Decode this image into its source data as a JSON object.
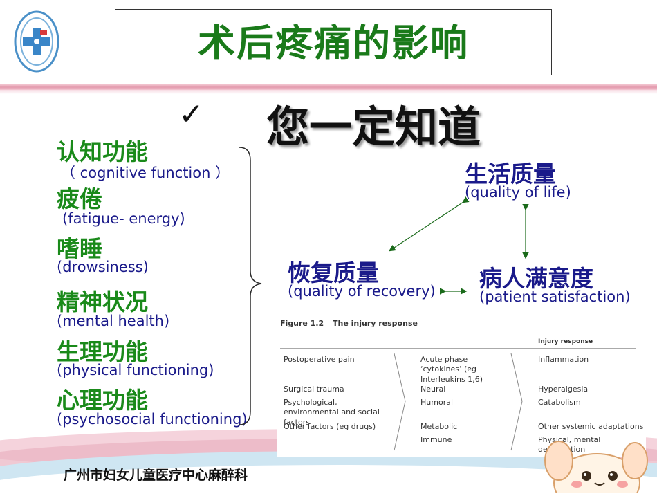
{
  "title": "术后疼痛的影响",
  "check_symbol": "✓",
  "headline": "您一定知道",
  "effects": [
    {
      "zh": "认知功能",
      "en": "（ cognitive function ）"
    },
    {
      "zh": "疲倦",
      "en": "(fatigue- energy)"
    },
    {
      "zh": "嗜睡",
      "en": "(drowsiness)"
    },
    {
      "zh": "精神状况",
      "en": "(mental health)"
    },
    {
      "zh": "生理功能",
      "en": "(physical functioning)"
    },
    {
      "zh": "心理功能",
      "en": "(psychosocial functioning)"
    }
  ],
  "cycle": {
    "quality_of_life": {
      "zh": "生活质量",
      "en": "(quality of life)"
    },
    "recovery": {
      "zh": "恢复质量",
      "en": "(quality of recovery)"
    },
    "satisfaction": {
      "zh": "病人满意度",
      "en": "(patient satisfaction)"
    }
  },
  "figure": {
    "caption_num": "Figure 1.2",
    "caption_title": "The injury response",
    "header_col3": "Injury response",
    "col1": [
      "Postoperative pain",
      "Surgical trauma",
      "Psychological, environmental and social factors",
      "Other factors (eg drugs)"
    ],
    "col2": [
      "Acute phase ‘cytokines’ (eg Interleukins 1,6)",
      "Neural",
      "Humoral",
      "Metabolic",
      "Immune"
    ],
    "col3": [
      "Inflammation",
      "Hyperalgesia",
      "Catabolism",
      "Other systemic adaptations",
      "Physical, mental deactivation"
    ]
  },
  "footer": "广州市妇女儿童医疗中心麻醉科",
  "colors": {
    "green": "#1a8a1a",
    "blue": "#1a1a8a",
    "band_pink": "#e5a9b8"
  }
}
